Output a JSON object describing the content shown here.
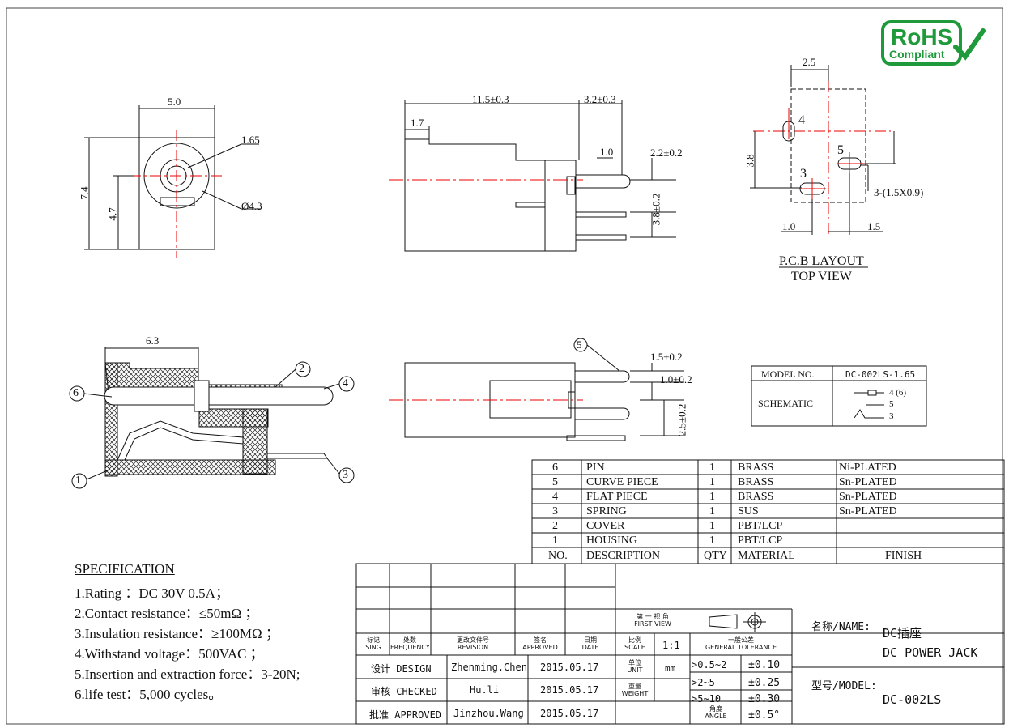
{
  "logo": {
    "line1": "RoHS",
    "line2": "Compliant",
    "color": "#1f9a3a"
  },
  "front_view": {
    "width": "5.0",
    "height": "7.4",
    "center_h": "4.7",
    "hole": "1.65",
    "outer": "Ø4.3"
  },
  "side_view": {
    "total": "11.5±0.3",
    "pin_len": "3.2±0.3",
    "front": "1.7",
    "pin_w": "1.0",
    "d1": "2.2±0.2",
    "d2": "3.8±0.2"
  },
  "pcb": {
    "top": "2.5",
    "left": "3.8",
    "bottom_left": "1.0",
    "bottom_right": "1.5",
    "hole_spec": "3-(1.5X0.9)",
    "pin4": "4",
    "pin5": "5",
    "pin3": "3",
    "title": "P.C.B LAYOUT",
    "subtitle": "TOP VIEW"
  },
  "section_view": {
    "dim": "6.3",
    "balloons": [
      "1",
      "2",
      "3",
      "4",
      "6"
    ]
  },
  "bottom_view": {
    "d1": "1.5±0.2",
    "d2": "1.0±0.2",
    "d3": "2.5±0.2",
    "balloon": "5"
  },
  "schematic": {
    "model_label": "MODEL NO.",
    "model_value": "DC-002LS-1.65",
    "label": "SCHEMATIC",
    "p1": "4 (6)",
    "p2": "5",
    "p3": "3"
  },
  "bom": {
    "header": {
      "no": "NO.",
      "desc": "DESCRIPTION",
      "qty": "QTY",
      "material": "MATERIAL",
      "finish": "FINISH"
    },
    "rows": [
      {
        "no": "6",
        "desc": "PIN",
        "qty": "1",
        "material": "BRASS",
        "finish": "Ni-PLATED"
      },
      {
        "no": "5",
        "desc": "CURVE PIECE",
        "qty": "1",
        "material": "BRASS",
        "finish": "Sn-PLATED"
      },
      {
        "no": "4",
        "desc": "FLAT PIECE",
        "qty": "1",
        "material": "BRASS",
        "finish": "Sn-PLATED"
      },
      {
        "no": "3",
        "desc": "SPRING",
        "qty": "1",
        "material": "SUS",
        "finish": "Sn-PLATED"
      },
      {
        "no": "2",
        "desc": "COVER",
        "qty": "1",
        "material": "PBT/LCP",
        "finish": ""
      },
      {
        "no": "1",
        "desc": "HOUSING",
        "qty": "1",
        "material": "PBT/LCP",
        "finish": ""
      }
    ]
  },
  "spec": {
    "title": "SPECIFICATION",
    "items": [
      "1.Rating ：DC 30V 0.5A；",
      "2.Contact resistance：≤50mΩ ；",
      "3.Insulation resistance：≥100MΩ ；",
      "4.Withstand voltage：500VAC ；",
      "5.Insertion and extraction force：3-20N;",
      "6.life test：5,000 cycles。"
    ]
  },
  "titleblock": {
    "h_mark": [
      "标记",
      "SING"
    ],
    "h_freq": [
      "处数",
      "FREQUENCY"
    ],
    "h_rev": [
      "更改文件号",
      "REVISION"
    ],
    "h_appr": [
      "签名",
      "APPROVED"
    ],
    "h_date": [
      "日期",
      "DATE"
    ],
    "design_label": "设计 DESIGN",
    "design_name": "Zhenming.Chen",
    "design_date": "2015.05.17",
    "check_label": "审核 CHECKED",
    "check_name": "Hu.li",
    "check_date": "2015.05.17",
    "approve_label": "批准 APPROVED",
    "approve_name": "Jinzhou.Wang",
    "approve_date": "2015.05.17",
    "view_cn": "第 一 视 角",
    "view_en": "FIRST VIEW",
    "scale_label": [
      "比例",
      "SCALE"
    ],
    "scale_value": "1:1",
    "tol_label": [
      "一般公差",
      "GENERAL TOLERANCE"
    ],
    "unit_label": [
      "单位",
      "UNIT"
    ],
    "unit_value": "mm",
    "weight_label": [
      "重量",
      "WEIGHT"
    ],
    "angle_label": [
      "角度",
      "ANGLE"
    ],
    "tol_rows": [
      {
        "range": ">0.5~2",
        "tol": "±0.10"
      },
      {
        "range": ">2~5",
        "tol": "±0.25"
      },
      {
        "range": ">5~10",
        "tol": "±0.30"
      },
      {
        "range": "",
        "tol": "±0.5°"
      }
    ],
    "name_label": "名称/NAME:",
    "name_cn": "DC插座",
    "name_en": "DC POWER JACK",
    "model_label": "型号/MODEL:",
    "model_value": "DC-002LS"
  }
}
